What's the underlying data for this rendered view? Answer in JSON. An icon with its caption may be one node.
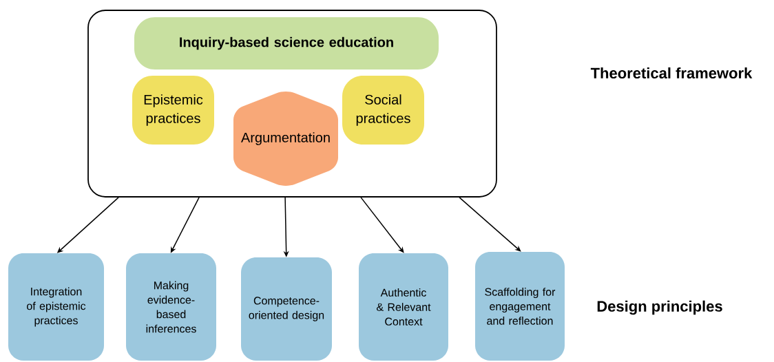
{
  "diagram": {
    "nodes": [
      {
        "text": [],
        "shape": "box"
      },
      {
        "text": [
          "Inquiry-based science education"
        ],
        "in": 0
      },
      {
        "text": [
          "Epistemic practices"
        ],
        "in": 0
      },
      {
        "text": [
          "Argumentation"
        ],
        "in": 0
      },
      {
        "text": [
          "Social practices"
        ],
        "in": 0
      },
      {
        "text": [
          "Integration of epistemic practices"
        ]
      },
      {
        "text": [
          "Making evidence-based inferences"
        ]
      },
      {
        "text": [
          "Competence-oriented design"
        ]
      },
      {
        "text": [
          "Authentic & Relevant Context"
        ]
      },
      {
        "text": [
          "Scaffolding for engagement and reflection"
        ]
      }
    ],
    "edges": [
      {
        "from": 0,
        "to": 5,
        "arrow": "to"
      },
      {
        "from": 0,
        "to": 6,
        "arrow": "to"
      },
      {
        "from": 0,
        "to": 7,
        "arrow": "to"
      },
      {
        "from": 0,
        "to": 8,
        "arrow": "to"
      },
      {
        "from": 0,
        "to": 9,
        "arrow": "to"
      }
    ],
    "labels": [
      "Theoretical framework",
      "Design principles"
    ]
  }
}
